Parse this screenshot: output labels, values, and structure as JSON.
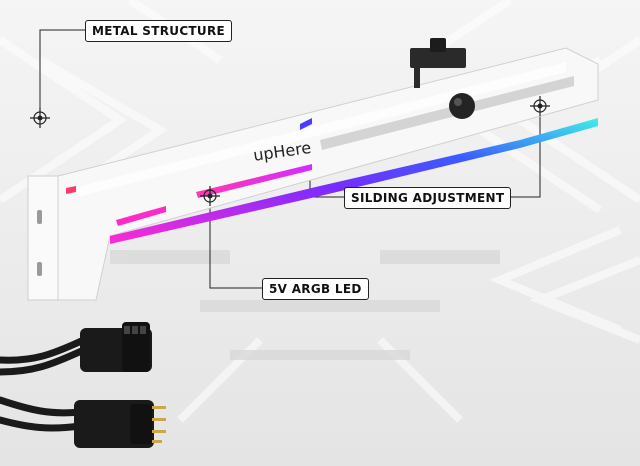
{
  "brand": "upHere",
  "callouts": {
    "metal_structure": "METAL STRUCTURE",
    "sliding_adjustment": "SILDING ADJUSTMENT",
    "argb_led": "5V ARGB LED"
  },
  "colors": {
    "background": "#f2f2f2",
    "bracket": "#f7f7f7",
    "led_cyan": "#3ef0e6",
    "led_blue": "#4a3cff",
    "led_magenta": "#ff2bd6",
    "connector": "#1a1a1a",
    "callout_border": "#222222"
  }
}
